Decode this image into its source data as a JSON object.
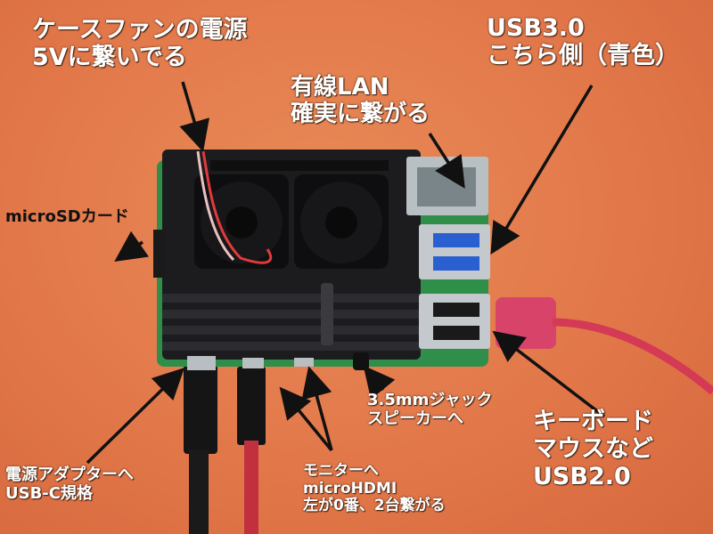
{
  "labels": {
    "fan_power": "ケースファンの電源\n5Vに繋いでる",
    "wired_lan": "有線LAN\n確実に繋がる",
    "usb3": "USB3.0\nこちら側（青色）",
    "microsd": "microSDカード",
    "audio_jack": "3.5mmジャック\nスピーカーへ",
    "usb2": "キーボード\nマウスなど\nUSB2.0",
    "power_adapter": "電源アダプターへ\nUSB-C規格",
    "micro_hdmi": "モニターへ\nmicroHDMI\n左が0番、2台繋がる"
  },
  "colors": {
    "background": "#e2784a",
    "case": "#1c1c1e",
    "pcb": "#2f8f4a",
    "usb3_blue": "#2a5fd0",
    "cable_red": "#d43a55",
    "arrow": "#111111"
  }
}
